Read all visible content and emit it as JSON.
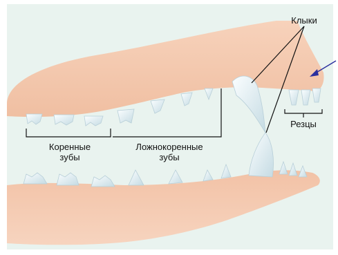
{
  "labels": {
    "canines": "Клыки",
    "molars": "Коренные\nзубы",
    "premolars": "Ложнокоренные\nзубы",
    "incisors": "Резцы"
  },
  "colors": {
    "background": "#e9f3ef",
    "gum": "#f4c7ab",
    "gum_shade": "#e6ad91",
    "tooth": "#eef6f8",
    "tooth_shade": "#c9dde4",
    "line": "#111111",
    "arrow": "#2b2f9e"
  }
}
